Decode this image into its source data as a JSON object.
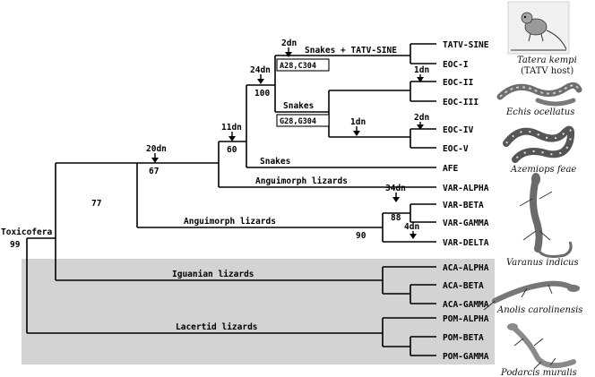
{
  "shaded_region_color": "#d3d3d3",
  "leaves": {
    "tatv_sine": "TATV-SINE",
    "eoc_i": "EOC-I",
    "eoc_ii": "EOC-II",
    "eoc_iii": "EOC-III",
    "eoc_iv": "EOC-IV",
    "eoc_v": "EOC-V",
    "afe": "AFE",
    "var_alpha": "VAR-ALPHA",
    "var_beta": "VAR-BETA",
    "var_gamma": "VAR-GAMMA",
    "var_delta": "VAR-DELTA",
    "aca_alpha": "ACA-ALPHA",
    "aca_beta": "ACA-BETA",
    "aca_gamma": "ACA-GAMMA",
    "pom_alpha": "POM-ALPHA",
    "pom_beta": "POM-BETA",
    "pom_gamma": "POM-GAMMA"
  },
  "branch_labels": {
    "snakes_tatv": "Snakes + TATV-SINE",
    "snakes_inner": "Snakes",
    "snakes_afe": "Snakes",
    "anguimorph_1": "Anguimorph lizards",
    "anguimorph_2": "Anguimorph lizards",
    "iguanian": "Iguanian lizards",
    "lacertid": "Lacertid lizards",
    "toxicofera": "Toxicofera"
  },
  "substitution_boxes": {
    "box_1": "A28,C304",
    "box_2": "G28,G304"
  },
  "duplication_counts": {
    "d2dn_top": "2dn",
    "d24dn": "24dn",
    "d11dn": "11dn",
    "d20dn": "20dn",
    "d1dn_eoc23": "1dn",
    "d1dn_eoc45": "1dn",
    "d2dn_eoc45": "2dn",
    "d34dn": "34dn",
    "d4dn": "4dn"
  },
  "support_values": {
    "s100": "100",
    "s60": "60",
    "s67": "67",
    "s77": "77",
    "s88": "88",
    "s90": "90",
    "s99": "99"
  },
  "species": {
    "tatera": "Tatera kempi",
    "tatera_note": "(TATV host)",
    "echis": "Echis ocellatus",
    "azemiops": "Azemiops feae",
    "varanus": "Varanus indicus",
    "anolis": "Anolis carolinensis",
    "podarcis": "Podarcis muralis"
  }
}
